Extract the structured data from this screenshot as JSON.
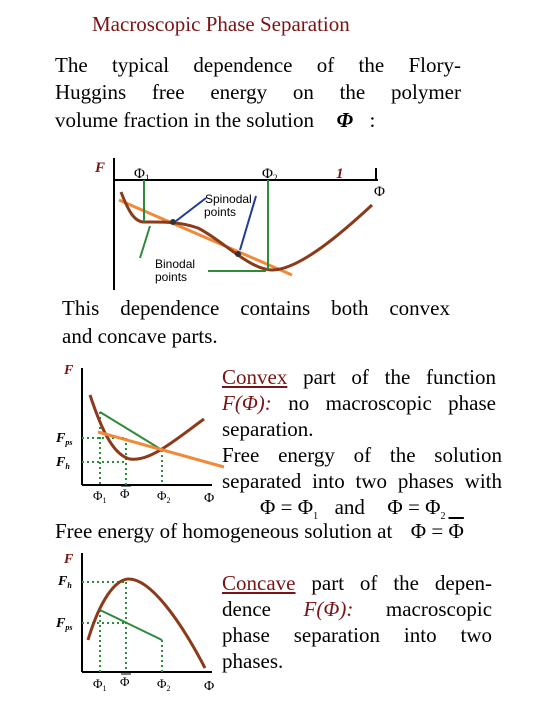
{
  "title": "Macroscopic Phase  Separation",
  "intro": {
    "line1": "The typical dependence of the Flory-",
    "line2": "Huggins free energy on the polymer",
    "line3_text": "volume fraction in the solution",
    "line3_symbol": "Φ",
    "line3_end": ":"
  },
  "fig1": {
    "y_label": "F",
    "phi1": "Φ",
    "phi1_sub": "1",
    "phi2": "Φ",
    "phi2_sub": "2",
    "one_label": "1",
    "x_label": "Φ",
    "spinodal_line1": "Spinodal",
    "spinodal_line2": "points",
    "binodal_line1": "Binodal",
    "binodal_line2": "points"
  },
  "middle": {
    "line1": "This dependence contains both convex",
    "line2": "and concave parts."
  },
  "fig2": {
    "y_label": "F",
    "fps": "F",
    "fps_sub": "ps",
    "fh": "F",
    "fh_sub": "h",
    "phi1": "Φ",
    "phi1_sub": "1",
    "phibar": "Φ",
    "phi2": "Φ",
    "phi2_sub": "2",
    "x_label": "Φ"
  },
  "convex": {
    "word": "Convex",
    "rest1": "part of the function",
    "func": "F(Φ):",
    "rest2": "no macroscopic phase",
    "line3": "separation.",
    "line4": "Free energy of the solution",
    "line5": "separated into two phases with",
    "eq1_lhs": "Φ",
    "eq1_eq": "=",
    "eq1_rhs": "Φ",
    "eq1_sub": "1",
    "and": "and",
    "eq2_lhs": "Φ",
    "eq2_eq": "=",
    "eq2_rhs": "Φ",
    "eq2_sub": "2"
  },
  "homog": {
    "text": "Free energy of homogeneous solution at",
    "lhs": "Φ",
    "eq": "=",
    "rhs": "Φ"
  },
  "fig3": {
    "y_label": "F",
    "fh": "F",
    "fh_sub": "h",
    "fps": "F",
    "fps_sub": "ps",
    "phi1": "Φ",
    "phi1_sub": "1",
    "phibar": "Φ",
    "phi2": "Φ",
    "phi2_sub": "2",
    "x_label": "Φ"
  },
  "concave": {
    "word": "Concave",
    "rest1": "part of the depen-",
    "line2_a": "dence",
    "func": "F(Φ):",
    "line2_b": "macroscopic",
    "line3": "phase separation into two",
    "line4": "phases."
  },
  "colors": {
    "curve": "#8b3a1a",
    "tangent": "#f08a3a",
    "green": "#2e8b3a",
    "blue": "#1f3a9a",
    "title": "#7a1416"
  }
}
